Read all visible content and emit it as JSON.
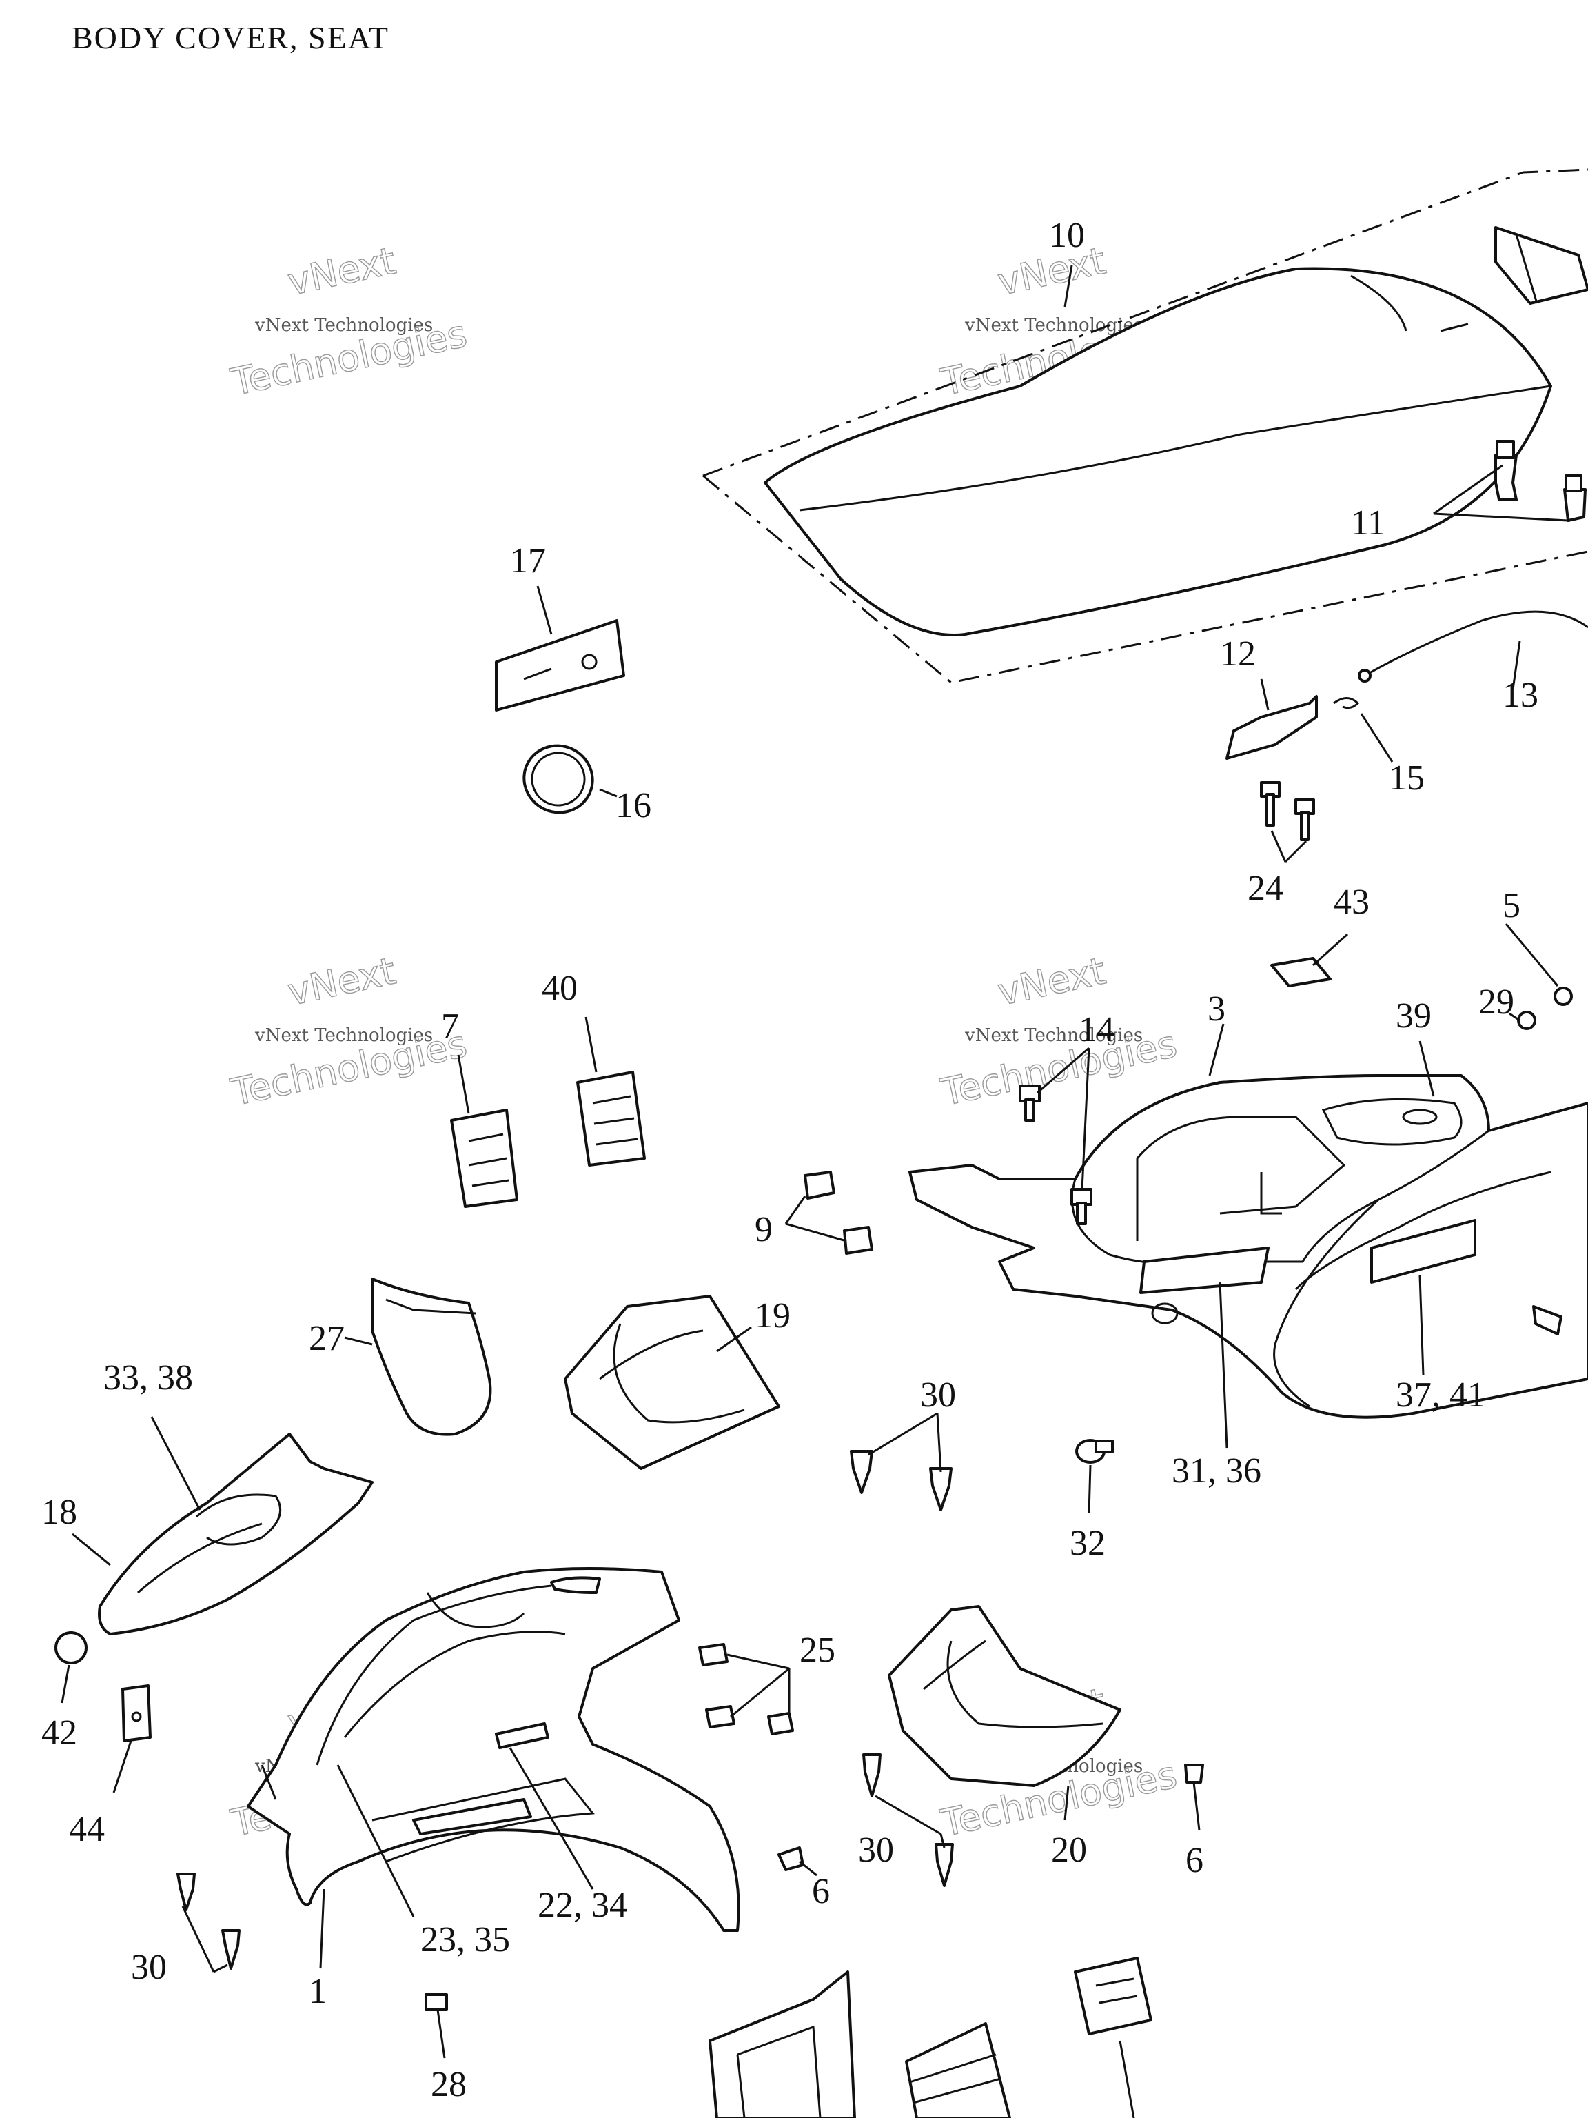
{
  "title": "BODY COVER, SEAT",
  "watermark": {
    "line1": "vNext Technologies",
    "line2": "vNext",
    "line3": "Technologies"
  },
  "callouts": {
    "c1": "1",
    "c3": "3",
    "c5": "5",
    "c6a": "6",
    "c6b": "6",
    "c7": "7",
    "c9": "9",
    "c10": "10",
    "c11": "11",
    "c12": "12",
    "c13": "13",
    "c14": "14",
    "c15": "15",
    "c16": "16",
    "c17": "17",
    "c18": "18",
    "c19": "19",
    "c20": "20",
    "c22_34": "22, 34",
    "c23_35": "23, 35",
    "c24": "24",
    "c25": "25",
    "c27": "27",
    "c28": "28",
    "c29": "29",
    "c30a": "30",
    "c30b": "30",
    "c30c": "30",
    "c31_36": "31, 36",
    "c32": "32",
    "c33_38": "33, 38",
    "c37_41": "37, 41",
    "c39": "39",
    "c40": "40",
    "c42": "42",
    "c43": "43",
    "c44": "44"
  }
}
